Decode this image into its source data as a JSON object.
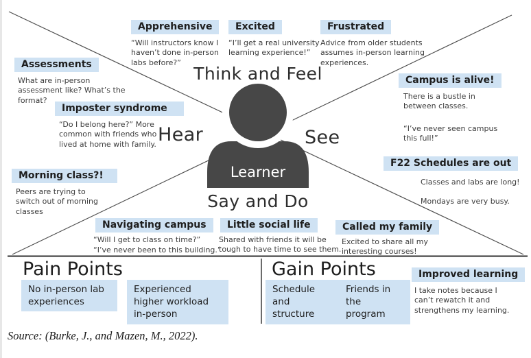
{
  "persona": "Learner",
  "quadrants": {
    "think_feel": "Think and Feel",
    "hear": "Hear",
    "see": "See",
    "say_do": "Say and Do"
  },
  "notes": {
    "apprehensive": {
      "title": "Apprehensive",
      "body": "“Will instructors know I haven’t done in-person labs before?”"
    },
    "excited": {
      "title": "Excited",
      "body": "“I’ll get a real university learning experience!”"
    },
    "frustrated": {
      "title": "Frustrated",
      "body": "Advice from older students assumes in-person learning experiences."
    },
    "assessments": {
      "title": "Assessments",
      "body": "What are in-person assessment like? What’s the format?"
    },
    "imposter": {
      "title": "Imposter syndrome",
      "body": "“Do I belong here?” More common with friends who lived at home with family."
    },
    "morning": {
      "title": "Morning class?!",
      "body": "Peers are trying to switch out of morning classes"
    },
    "campus": {
      "title": "Campus is alive!",
      "body1": "There is a bustle in between classes.",
      "body2": "“I’ve never seen campus this full!”"
    },
    "f22": {
      "title": "F22 Schedules are out",
      "body1": "Classes and labs are long!",
      "body2": "Mondays are very busy."
    },
    "navigating": {
      "title": "Navigating campus",
      "body1": "“Will I get to class on time?”",
      "body2": "“I’ve never been to this building.”"
    },
    "social": {
      "title": "Little social life",
      "body": "Shared with friends it will be tough to have time to see them."
    },
    "family": {
      "title": "Called my family",
      "body": "Excited to share all my interesting courses!"
    },
    "improved": {
      "title": "Improved learning",
      "body": "I take notes because I can’t rewatch it and strengthens my learning."
    }
  },
  "pain": {
    "heading": "Pain Points",
    "items": [
      "No in-person lab experiences",
      "Experienced higher workload in-person"
    ]
  },
  "gain": {
    "heading": "Gain Points",
    "items": [
      "Schedule and structure",
      "Friends in the program"
    ]
  },
  "source": "Source: (Burke, J., and Mazen, M., 2022).",
  "colors": {
    "note_box_bg": "#cfe2f3",
    "figure": "#474747",
    "line": "#4f4f4f"
  }
}
